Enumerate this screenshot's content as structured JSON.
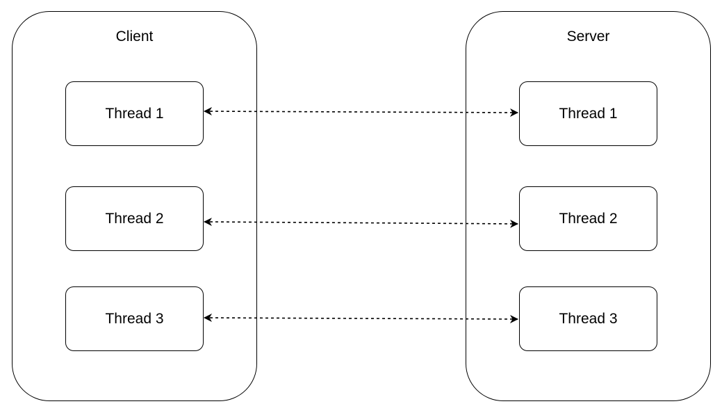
{
  "client": {
    "title": "Client",
    "threads": [
      "Thread 1",
      "Thread 2",
      "Thread 3"
    ]
  },
  "server": {
    "title": "Server",
    "threads": [
      "Thread 1",
      "Thread 2",
      "Thread 3"
    ]
  },
  "connections": [
    {
      "from": "client.threads.0",
      "to": "server.threads.0",
      "style": "dashed",
      "arrows": "both"
    },
    {
      "from": "client.threads.1",
      "to": "server.threads.1",
      "style": "dashed",
      "arrows": "both"
    },
    {
      "from": "client.threads.2",
      "to": "server.threads.2",
      "style": "dashed",
      "arrows": "both"
    }
  ],
  "colors": {
    "stroke": "#000000",
    "background": "#ffffff"
  }
}
